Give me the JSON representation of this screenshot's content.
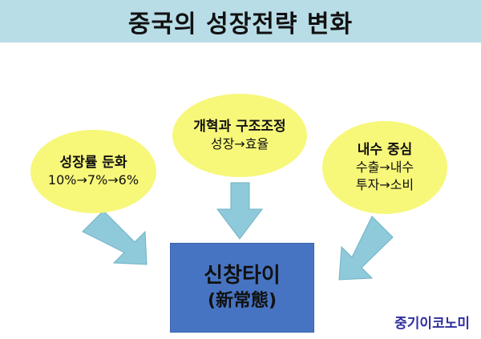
{
  "title": "중국의 성장전략 변화",
  "left": {
    "heading": "성장률 둔화",
    "detail": "10%→7%→6%"
  },
  "center": {
    "heading": "개혁과 구조조정",
    "detail": "성장→효율"
  },
  "right": {
    "heading": "내수 중심",
    "detail1": "수출→내수",
    "detail2": "투자→소비"
  },
  "box": {
    "main": "신창타이",
    "hanja": "(新常態)"
  },
  "brand": "중기이코노미",
  "colors": {
    "banner": "#b8dde7",
    "ellipse": "#f7f77a",
    "arrow": "#8fcadb",
    "box": "#4774c2",
    "brand": "#2f2f9e"
  }
}
